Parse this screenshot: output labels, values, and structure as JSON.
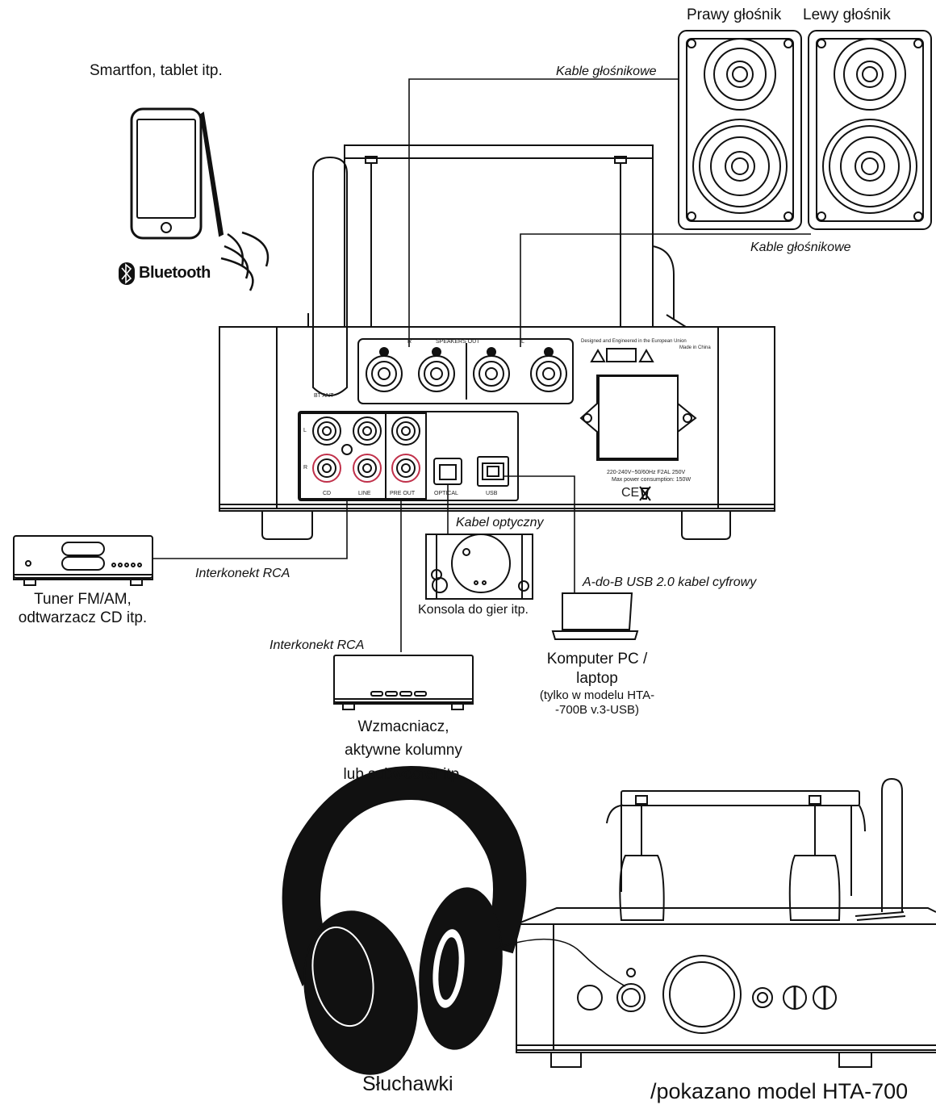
{
  "labels": {
    "right_speaker": "Prawy głośnik",
    "left_speaker": "Lewy głośnik",
    "smartphone": "Smartfon, tablet itp.",
    "bluetooth": "Bluetooth",
    "speaker_cables_top": "Kable głośnikowe",
    "speaker_cables_bottom": "Kable głośnikowe",
    "optical_cable": "Kabel optyczny",
    "rca_tuner": "Interkonekt RCA",
    "rca_preout": "Interkonekt RCA",
    "usb_cable": "A-do-B USB 2.0 kabel cyfrowy",
    "tuner_line1": "Tuner FM/AM,",
    "tuner_line2": "odtwarzacz CD itp.",
    "console": "Konsola do gier itp.",
    "pc_line1": "Komputer PC /",
    "pc_line2": "laptop",
    "pc_note1": "(tylko w modelu HTA-",
    "pc_note2": "-700B v.3-USB)",
    "amp_line1": "Wzmacniacz,",
    "amp_line2": "aktywne kolumny",
    "amp_line3": "lub subwoofer itp.",
    "headphones": "Słuchawki",
    "model_note": "/pokazano model HTA-700"
  },
  "panel_text": {
    "bt_ant": "BT ANT",
    "speakers_out": "SPEAKERS OUT",
    "r": "R",
    "l": "L",
    "l_in": "L",
    "r_in": "R",
    "cd": "CD",
    "line": "LINE",
    "pre_out": "PRE OUT",
    "optical": "OPTICAL",
    "usb": "USB",
    "designed": "Designed and Engineered in the European Union",
    "made_in": "Made in China",
    "voltage": "220-240V~50/60Hz  F2AL 250V",
    "power": "Max power consumption: 150W",
    "ce": "CE"
  }
}
